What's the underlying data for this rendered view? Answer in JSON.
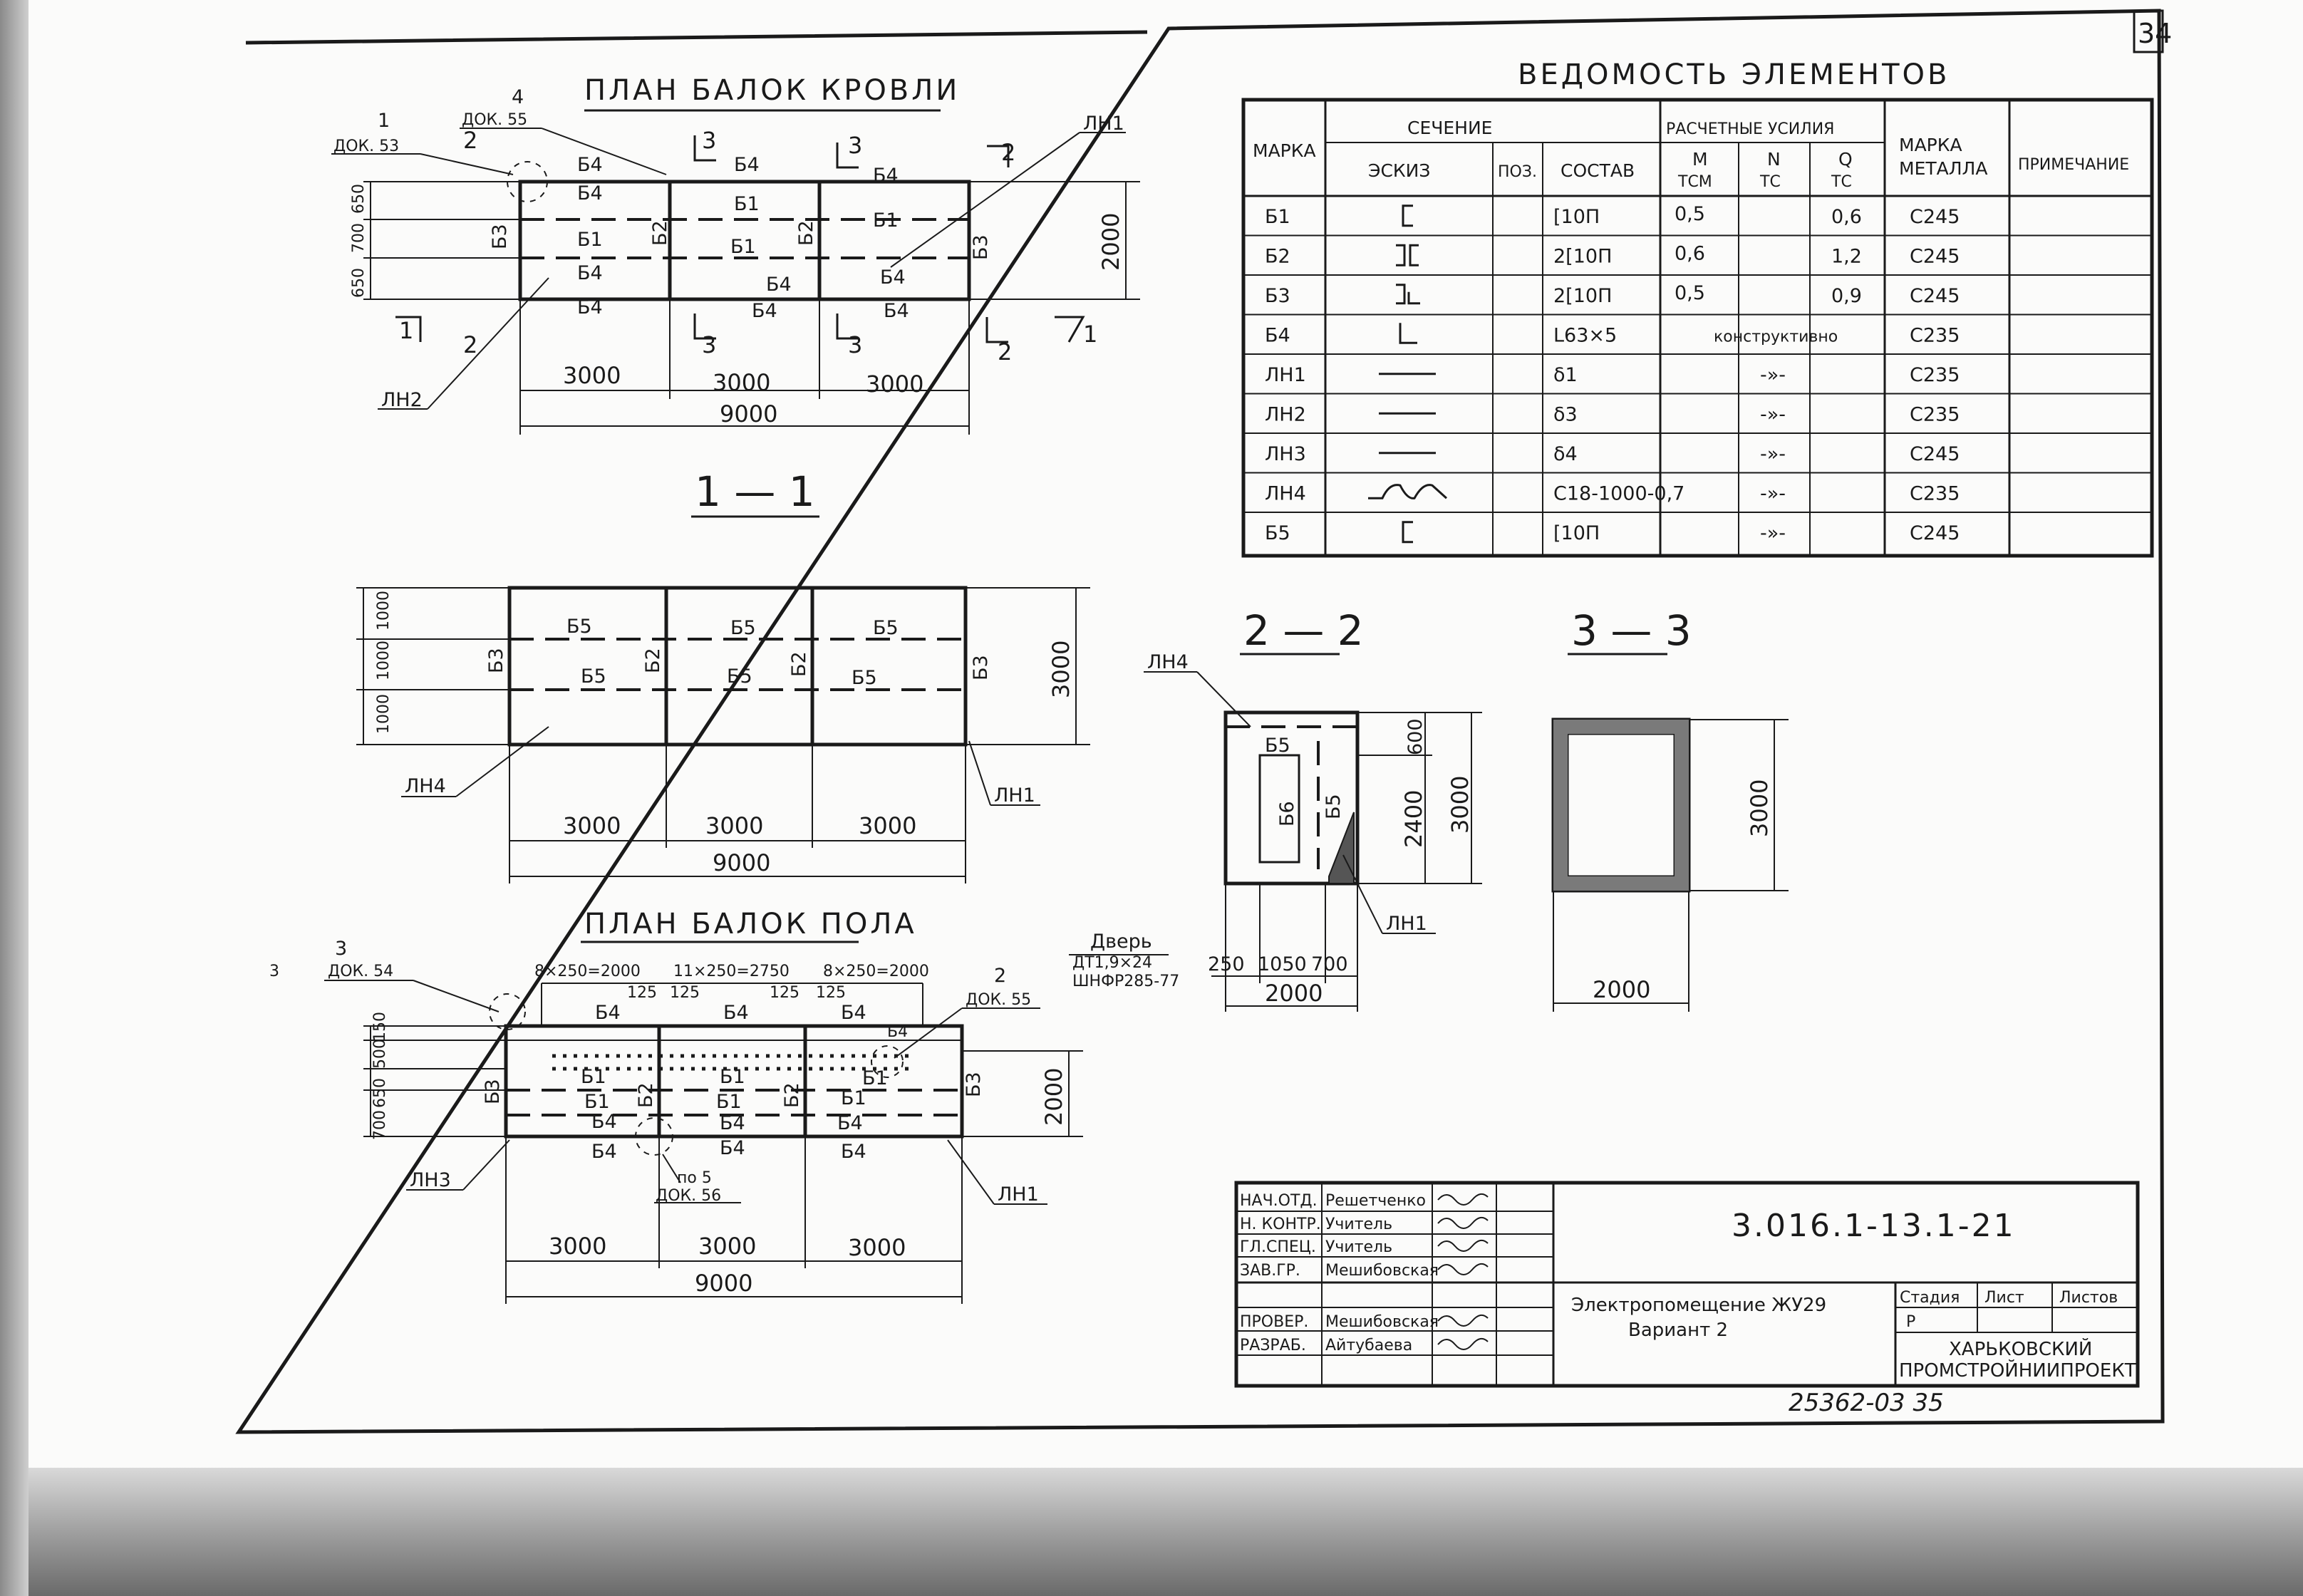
{
  "page_number": "34",
  "bottom_number": "25362-03   35",
  "roof_plan": {
    "title": "ПЛАН БАЛОК КРОВЛИ",
    "callouts": {
      "c1": "1",
      "c1_doc": "ДОК. 53",
      "c4": "4",
      "c4_doc": "ДОК. 55",
      "c2": "2",
      "c3": "3"
    },
    "beams": [
      "Б1",
      "Б2",
      "Б3",
      "Б4"
    ],
    "sheets": [
      "ЛН1",
      "ЛН2"
    ],
    "bay_dims": [
      "3000",
      "3000",
      "3000"
    ],
    "total_dim": "9000",
    "height_dim": "2000",
    "left_dims": [
      "650",
      "700",
      "650"
    ]
  },
  "section_1_1": {
    "title": "1 — 1",
    "beams": [
      "Б5",
      "Б3",
      "Б2"
    ],
    "sheets": [
      "ЛН4",
      "ЛН1"
    ],
    "bay_dims": [
      "3000",
      "3000",
      "3000"
    ],
    "total_dim": "9000",
    "height_dim": "3000",
    "left_dims": [
      "1000",
      "1000",
      "1000"
    ]
  },
  "floor_plan": {
    "title": "ПЛАН БАЛОК ПОЛА",
    "callout_3": "3",
    "callout_3_doc": "ДОК. 54",
    "callout_2": "2",
    "callout_2_doc": "ДОК. 55",
    "callout_po5": "по 5",
    "callout_po5_doc": "ДОК. 56",
    "spacing": [
      "8×250=2000",
      "11×250=2750",
      "8×250=2000"
    ],
    "offsets": [
      "125",
      "125",
      "125",
      "125"
    ],
    "beams": [
      "Б1",
      "Б2",
      "Б3",
      "Б4"
    ],
    "sheets": [
      "ЛН1",
      "ЛН3"
    ],
    "bay_dims": [
      "3000",
      "3000",
      "3000"
    ],
    "total_dim": "9000",
    "height_dim": "2000",
    "left_dims": [
      "150",
      "650",
      "500",
      "700"
    ]
  },
  "section_2_2": {
    "title": "2 — 2",
    "sheet_top": "ЛН4",
    "beams": [
      "Б5",
      "Б6",
      "Б5"
    ],
    "sheet_right": "ЛН1",
    "door_note": [
      "Дверь",
      "ДТ1,9×24",
      "ШНФР285-77"
    ],
    "width_dims": [
      "250",
      "1050",
      "700"
    ],
    "width_total": "2000",
    "height_dims": [
      "600",
      "2400",
      "3000"
    ]
  },
  "section_3_3": {
    "title": "3 — 3",
    "height_dim": "3000",
    "width_dim": "2000"
  },
  "elements_table": {
    "title": "ВЕДОМОСТЬ ЭЛЕМЕНТОВ",
    "headers": {
      "mark": "МАРКА",
      "section": "СЕЧЕНИЕ",
      "sketch": "ЭСКИЗ",
      "pos": "ПОЗ.",
      "composition": "СОСТАВ",
      "forces": "РАСЧЕТНЫЕ УСИЛИЯ",
      "m": "М",
      "m_unit": "ТСМ",
      "n": "N",
      "n_unit": "ТС",
      "q": "Q",
      "q_unit": "ТС",
      "steel": [
        "МАРКА",
        "МЕТАЛЛА"
      ],
      "note": "ПРИМЕЧАНИЕ"
    },
    "rows": [
      {
        "mark": "Б1",
        "sketch": "channel",
        "comp": "[10П",
        "m": "0,5",
        "n": "",
        "q": "0,6",
        "steel": "С245"
      },
      {
        "mark": "Б2",
        "sketch": "double-channel",
        "comp": "2[10П",
        "m": "0,6",
        "n": "",
        "q": "1,2",
        "steel": "С245"
      },
      {
        "mark": "Б3",
        "sketch": "channel-pair",
        "comp": "2[10П",
        "m": "0,5",
        "n": "",
        "q": "0,9",
        "steel": "С245"
      },
      {
        "mark": "Б4",
        "sketch": "angle",
        "comp": "L63×5",
        "m": "",
        "n": "конструктивно",
        "q": "",
        "steel": "С235"
      },
      {
        "mark": "ЛН1",
        "sketch": "plate",
        "comp": "δ1",
        "m": "",
        "n": "-»-",
        "q": "",
        "steel": "С235"
      },
      {
        "mark": "ЛН2",
        "sketch": "plate",
        "comp": "δ3",
        "m": "",
        "n": "-»-",
        "q": "",
        "steel": "С235"
      },
      {
        "mark": "ЛН3",
        "sketch": "plate",
        "comp": "δ4",
        "m": "",
        "n": "-»-",
        "q": "",
        "steel": "С245"
      },
      {
        "mark": "ЛН4",
        "sketch": "corrugated",
        "comp": "С18-1000-0,7",
        "m": "",
        "n": "-»-",
        "q": "",
        "steel": "С235"
      },
      {
        "mark": "Б5",
        "sketch": "channel",
        "comp": "[10П",
        "m": "",
        "n": "-»-",
        "q": "",
        "steel": "С245"
      }
    ]
  },
  "title_block": {
    "roles": [
      "НАЧ.ОТД.",
      "Н. КОНТР.",
      "ГЛ.СПЕЦ.",
      "ЗАВ.ГР.",
      "",
      "ПРОВЕР.",
      "РАЗРАБ."
    ],
    "names": [
      "Решетченко",
      "Учитель",
      "Учитель",
      "Мешибовская",
      "",
      "Мешибовская",
      "Айтубаева"
    ],
    "code": "3.016.1-13.1-21",
    "description": [
      "Электропомещение ЖУ29",
      "Вариант 2"
    ],
    "stage_header": "Стадия",
    "sheet_header": "Лист",
    "sheets_header": "Листов",
    "stage": "Р",
    "org": [
      "ХАРЬКОВСКИЙ",
      "ПРОМСТРОЙНИИПРОЕКТ"
    ]
  }
}
